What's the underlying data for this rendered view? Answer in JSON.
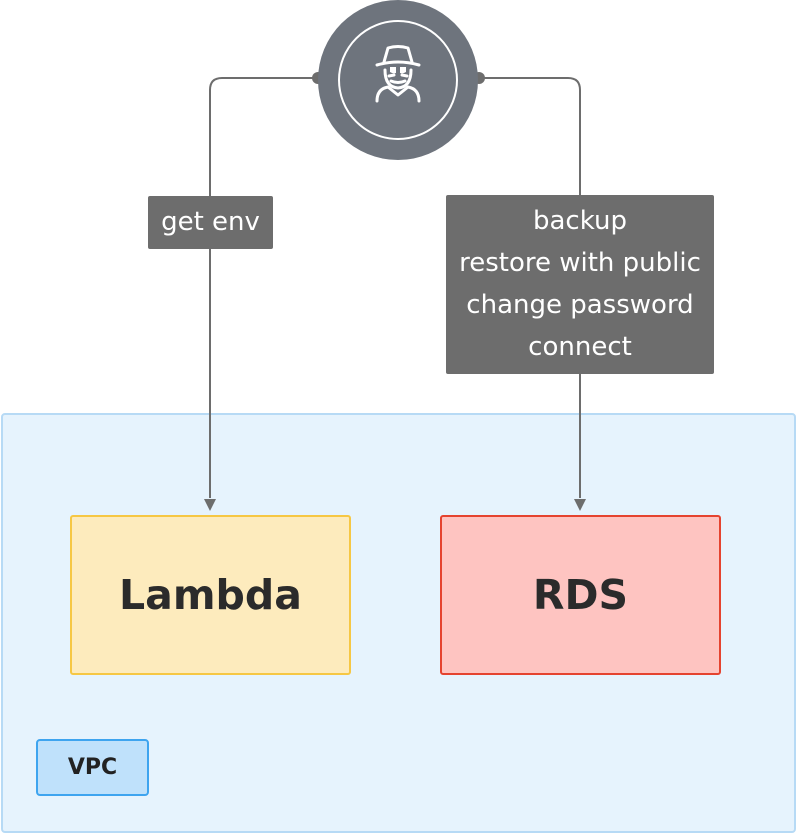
{
  "diagram": {
    "actor": {
      "icon": "spy-icon"
    },
    "edges": [
      {
        "label": "get env",
        "target": "Lambda"
      },
      {
        "label_lines": [
          "backup",
          "restore with public",
          "change password",
          "connect"
        ],
        "target": "RDS"
      }
    ],
    "nodes": {
      "lambda": {
        "label": "Lambda"
      },
      "rds": {
        "label": "RDS"
      }
    },
    "group": {
      "label": "VPC"
    },
    "colors": {
      "edge": "#6d6d6d",
      "lambda_fill": "#fdebbd",
      "lambda_border": "#f6c744",
      "rds_fill": "#fec4c1",
      "rds_border": "#e5432f",
      "vpc_fill": "#e6f3fd",
      "vpc_label_fill": "#bfe1fb",
      "vpc_label_border": "#3ea4ef",
      "actor_fill": "#6e747d"
    }
  }
}
